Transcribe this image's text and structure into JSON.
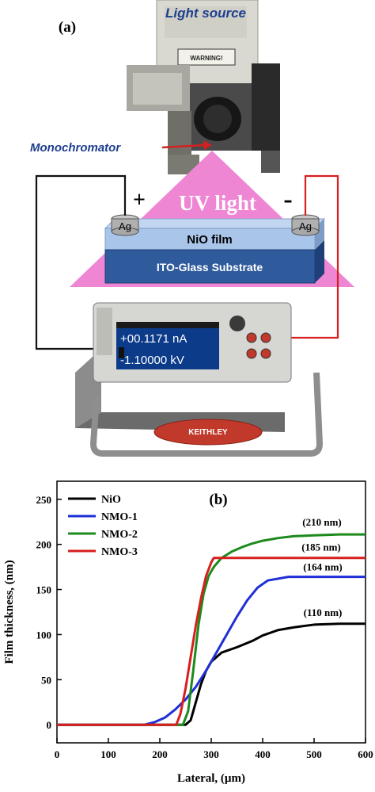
{
  "panel_a": {
    "label": "(a)",
    "light_source": "Light source",
    "monochromator": "Monochromator",
    "uv_light": "UV light",
    "plus": "+",
    "minus": "-",
    "ag_left": "Ag",
    "ag_right": "Ag",
    "film": "NiO film",
    "substrate": "ITO-Glass Substrate",
    "meter_current": "+00.1171 nA",
    "meter_voltage": "-1.10000 kV",
    "brand": "KEITHLEY",
    "warning": "WARNING!",
    "colors": {
      "uv": "#ee86d4",
      "film": "#a9c6ea",
      "substrate": "#2f5a9c",
      "wire_left": "#111111",
      "wire_right": "#d62020"
    }
  },
  "chart_data": {
    "type": "line",
    "label": "(b)",
    "xlabel": "Lateral, (µm)",
    "ylabel": "Film thickness, (nm)",
    "xlim": [
      0,
      600
    ],
    "ylim": [
      -20,
      270
    ],
    "xticks": [
      0,
      100,
      200,
      300,
      400,
      500,
      600
    ],
    "yticks": [
      0,
      50,
      100,
      150,
      200,
      250
    ],
    "legend_position": "top-left",
    "series": [
      {
        "name": "NiO",
        "color": "#000000",
        "x": [
          0,
          240,
          250,
          260,
          270,
          280,
          290,
          300,
          320,
          350,
          380,
          400,
          430,
          460,
          500,
          550,
          600
        ],
        "y": [
          0,
          0,
          0,
          5,
          25,
          45,
          60,
          70,
          80,
          86,
          93,
          99,
          105,
          108,
          111,
          112,
          112
        ],
        "annotation": "(110 nm)"
      },
      {
        "name": "NMO-1",
        "color": "#1f2fd6",
        "x": [
          0,
          170,
          190,
          210,
          230,
          250,
          270,
          290,
          310,
          330,
          350,
          370,
          390,
          410,
          450,
          500,
          600
        ],
        "y": [
          0,
          0,
          3,
          8,
          17,
          28,
          42,
          60,
          80,
          100,
          120,
          138,
          152,
          160,
          164,
          164,
          164
        ],
        "annotation": "(164 nm)"
      },
      {
        "name": "NMO-2",
        "color": "#1c8a1c",
        "x": [
          0,
          245,
          255,
          265,
          275,
          285,
          295,
          305,
          320,
          340,
          360,
          380,
          400,
          430,
          460,
          500,
          550,
          600
        ],
        "y": [
          0,
          0,
          15,
          60,
          110,
          145,
          165,
          175,
          185,
          192,
          197,
          201,
          204,
          207,
          209,
          210,
          211,
          211
        ],
        "annotation": "(210 nm)"
      },
      {
        "name": "NMO-3",
        "color": "#d81e1e",
        "x": [
          0,
          232,
          240,
          250,
          260,
          270,
          280,
          290,
          300,
          305,
          400,
          500,
          600
        ],
        "y": [
          0,
          0,
          12,
          40,
          75,
          110,
          140,
          165,
          180,
          185,
          185,
          185,
          185
        ],
        "annotation": "(185 nm)"
      }
    ]
  }
}
